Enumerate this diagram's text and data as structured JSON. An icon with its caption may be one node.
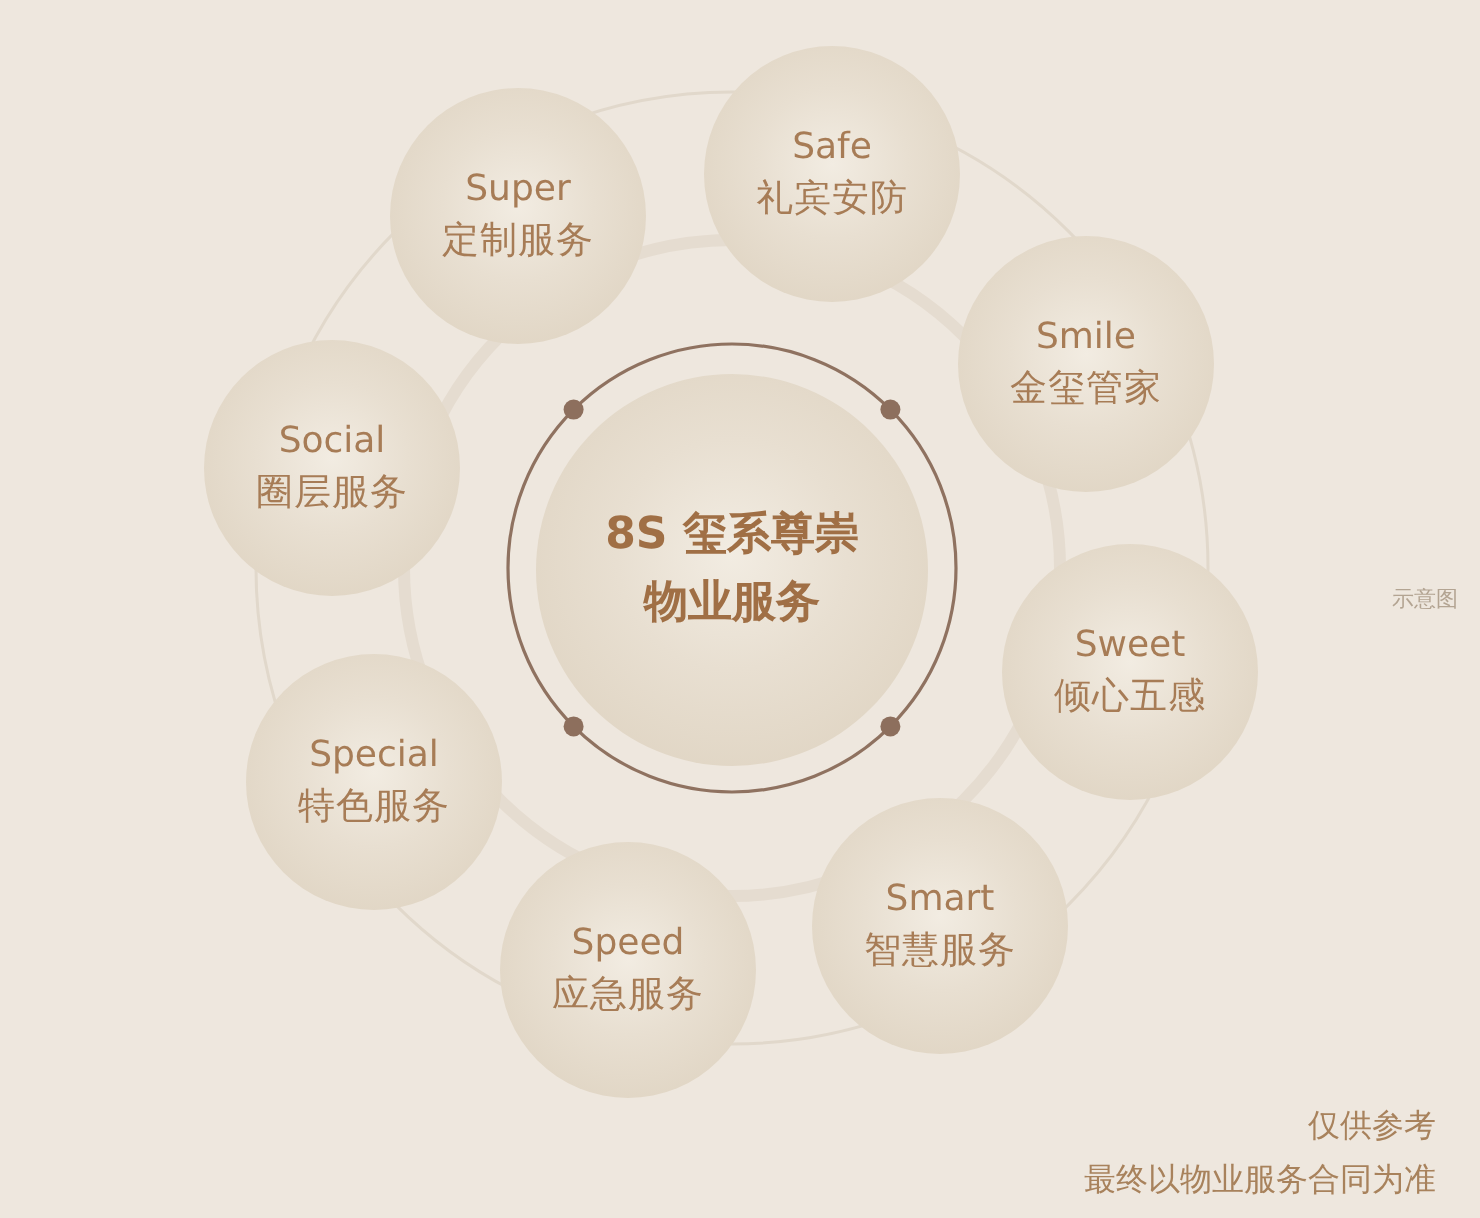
{
  "diagram": {
    "nodes": [
      {
        "text": [
          "8S 玺系尊崇物业服务"
        ]
      },
      {
        "text": [
          "Super",
          "定制服务"
        ]
      },
      {
        "text": [
          "Safe",
          "礼宾安防"
        ]
      },
      {
        "text": [
          "Smile",
          "金玺管家"
        ]
      },
      {
        "text": [
          "Sweet",
          "倾心五感"
        ]
      },
      {
        "text": [
          "Smart",
          "智慧服务"
        ]
      },
      {
        "text": [
          "Speed",
          "应急服务"
        ]
      },
      {
        "text": [
          "Special",
          "特色服务"
        ]
      },
      {
        "text": [
          "Social",
          "圈层服务"
        ]
      }
    ],
    "labels": [
      "示意图",
      "仅供参考",
      "最终以物业服务合同为准"
    ]
  }
}
